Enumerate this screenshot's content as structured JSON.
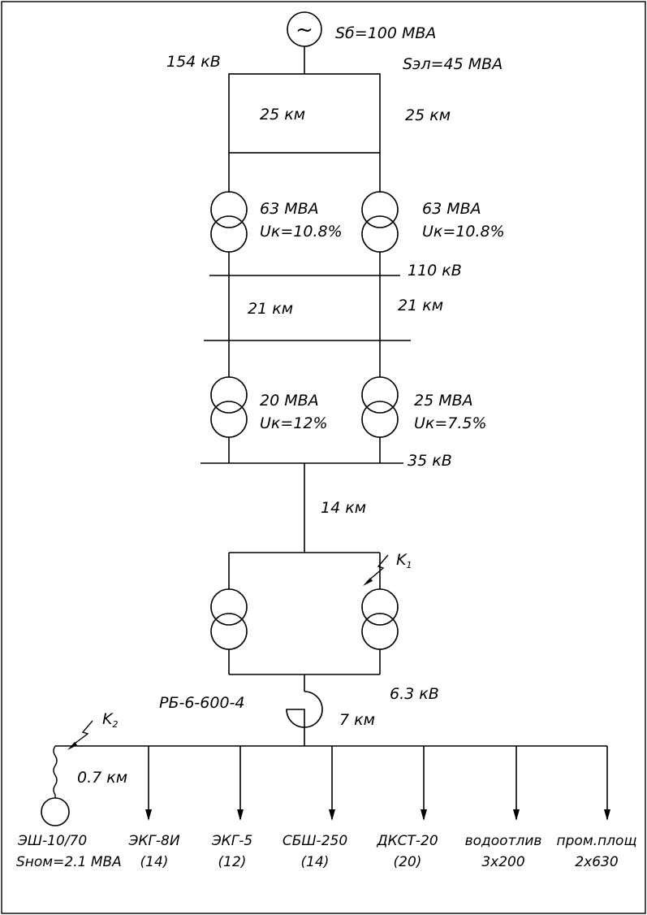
{
  "generator": {
    "symbol": "~",
    "s_base": "Sб=100 MBA",
    "s_system": "Sэл=45 MBA",
    "voltage": "154 кВ"
  },
  "lines_154": {
    "left": "25 км",
    "right": "25 км"
  },
  "tr1": {
    "left": {
      "power": "63 MBA",
      "uk": "Uк=10.8%"
    },
    "right": {
      "power": "63 MBA",
      "uk": "Uк=10.8%"
    }
  },
  "bus_110": {
    "label": "110 кВ"
  },
  "lines_110": {
    "left": "21 км",
    "right": "21 км"
  },
  "tr2": {
    "left": {
      "power": "20 MBA",
      "uk": "Uк=12%"
    },
    "right": {
      "power": "25 MBA",
      "uk": "Uк=7.5%"
    }
  },
  "bus_35": {
    "label": "35 кВ"
  },
  "line_35": {
    "label": "14 км"
  },
  "fault_k1": {
    "label": "K",
    "sub": "1"
  },
  "bus_6": {
    "label": "6.3 кВ"
  },
  "reactor": {
    "label": "РБ-6-600-4"
  },
  "line_6": {
    "label": "7 км"
  },
  "fault_k2": {
    "label": "K",
    "sub": "2"
  },
  "cable_motor": {
    "label": "0.7 км"
  },
  "loads": [
    {
      "line1": "ЭШ-10/70",
      "line2": "Sном=2.1 MBA"
    },
    {
      "line1": "ЭКГ-8И",
      "line2": "(14)"
    },
    {
      "line1": "ЭКГ-5",
      "line2": "(12)"
    },
    {
      "line1": "СБШ-250",
      "line2": "(14)"
    },
    {
      "line1": "ДКСТ-20",
      "line2": "(20)"
    },
    {
      "line1": "водоотлив",
      "line2": "3x200"
    },
    {
      "line1": "пром.площ",
      "line2": "2x630"
    }
  ]
}
